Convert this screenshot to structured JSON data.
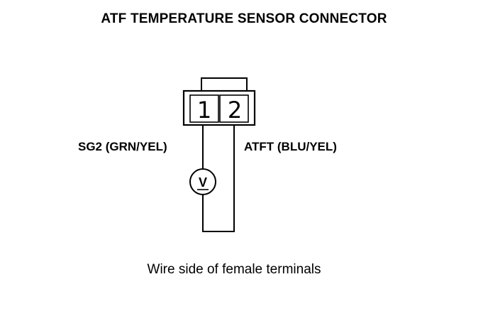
{
  "diagram": {
    "title": "ATF TEMPERATURE SENSOR CONNECTOR",
    "caption": "Wire side of female terminals",
    "connector": {
      "terminals": [
        {
          "number": "1",
          "wire_label": "SG2 (GRN/YEL)"
        },
        {
          "number": "2",
          "wire_label": "ATFT (BLU/YEL)"
        }
      ]
    },
    "meter": {
      "symbol": "V"
    }
  }
}
